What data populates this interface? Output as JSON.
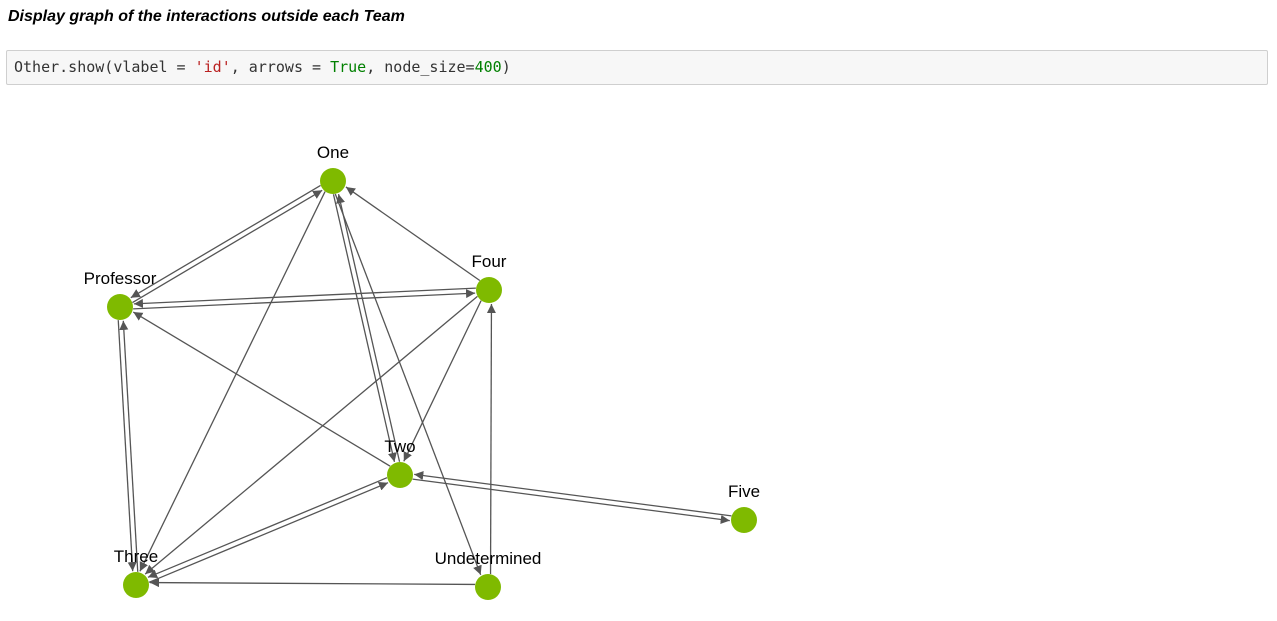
{
  "heading": "Display graph of the interactions outside each Team",
  "code": {
    "fn": "Other.show(vlabel = ",
    "str": "'id'",
    "mid1": ", arrows = ",
    "kw": "True",
    "mid2": ", node_size=",
    "num": "400",
    "end": ")"
  },
  "colors": {
    "node": "#7fba00",
    "edge": "#555555"
  },
  "nodes": [
    {
      "id": "One",
      "label": "One"
    },
    {
      "id": "Professor",
      "label": "Professor"
    },
    {
      "id": "Four",
      "label": "Four"
    },
    {
      "id": "Two",
      "label": "Two"
    },
    {
      "id": "Five",
      "label": "Five"
    },
    {
      "id": "Three",
      "label": "Three"
    },
    {
      "id": "Undetermined",
      "label": "Undetermined"
    }
  ],
  "edges": [
    {
      "source": "Professor",
      "target": "One"
    },
    {
      "source": "One",
      "target": "Professor"
    },
    {
      "source": "Four",
      "target": "One"
    },
    {
      "source": "Professor",
      "target": "Four"
    },
    {
      "source": "Four",
      "target": "Professor"
    },
    {
      "source": "Two",
      "target": "One"
    },
    {
      "source": "One",
      "target": "Two"
    },
    {
      "source": "Two",
      "target": "Professor"
    },
    {
      "source": "Four",
      "target": "Two"
    },
    {
      "source": "Undetermined",
      "target": "Four"
    },
    {
      "source": "One",
      "target": "Undetermined"
    },
    {
      "source": "Two",
      "target": "Five"
    },
    {
      "source": "Five",
      "target": "Two"
    },
    {
      "source": "Professor",
      "target": "Three"
    },
    {
      "source": "Three",
      "target": "Professor"
    },
    {
      "source": "One",
      "target": "Three"
    },
    {
      "source": "Four",
      "target": "Three"
    },
    {
      "source": "Three",
      "target": "Two"
    },
    {
      "source": "Two",
      "target": "Three"
    },
    {
      "source": "Undetermined",
      "target": "Three"
    }
  ]
}
